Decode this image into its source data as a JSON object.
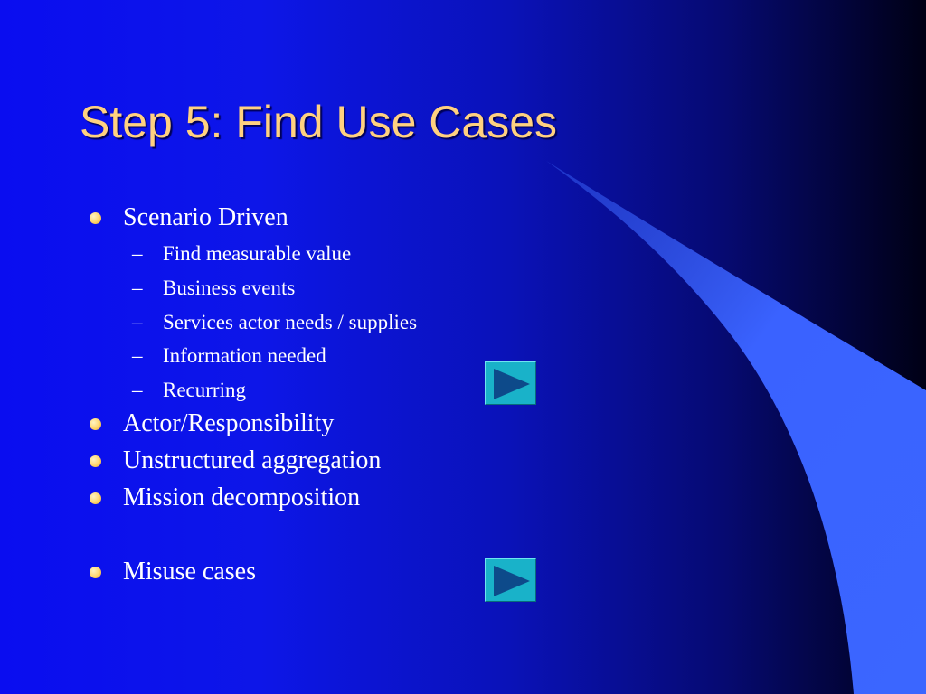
{
  "slide": {
    "title": "Step 5: Find Use Cases",
    "bullets": [
      {
        "text": "Scenario Driven",
        "sub": [
          "Find measurable value",
          "Business events",
          "Services actor needs / supplies",
          "Information needed",
          "Recurring"
        ]
      },
      {
        "text": "Actor/Responsibility"
      },
      {
        "text": "Unstructured aggregation"
      },
      {
        "text": "Mission decomposition"
      },
      {
        "text": "Misuse cases"
      }
    ],
    "dash": "–"
  },
  "buttons": [
    {
      "icon": "play-arrow-icon"
    },
    {
      "icon": "play-arrow-icon"
    }
  ],
  "colors": {
    "title": "#ffd180",
    "text": "#ffffff",
    "bullet": "#ffd56a",
    "background_left": "#0a0df0",
    "background_right": "#000015",
    "swoosh": "#3b63ff",
    "button": "#19b2c9",
    "arrow": "#0d4a8a"
  }
}
